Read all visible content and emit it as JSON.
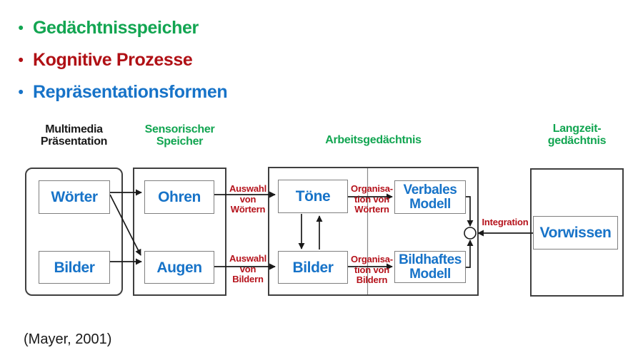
{
  "colors": {
    "green": "#12A551",
    "red": "#B01015",
    "label_red": "#B5121B",
    "blue": "#1773C8",
    "container_border": "#3f3f3f",
    "box_border": "#7f7f7f",
    "arrow": "#1a1a1a"
  },
  "icons": {
    "bullet": "•",
    "integration_node": "circle-connector"
  },
  "bullets": {
    "items": [
      {
        "text": "Gedächtnisspeicher"
      },
      {
        "text": "Kognitive Prozesse"
      },
      {
        "text": "Repräsentationsformen"
      }
    ]
  },
  "headers": {
    "multimedia": {
      "line1": "Multimedia",
      "line2": "Präsentation"
    },
    "sensorischer": {
      "line1": "Sensorischer",
      "line2": "Speicher"
    },
    "arbeitsgedaechtnis": {
      "label": "Arbeitsgedächtnis"
    },
    "langzeitgedaechtnis": {
      "line1": "Langzeit-",
      "line2": "gedächtnis"
    }
  },
  "boxes": {
    "woerter": {
      "label": "Wörter"
    },
    "bilder_praesentation": {
      "label": "Bilder"
    },
    "ohren": {
      "label": "Ohren"
    },
    "augen": {
      "label": "Augen"
    },
    "toene": {
      "label": "Töne"
    },
    "bilder_arbeitsgedaechtnis": {
      "label": "Bilder"
    },
    "verbales_modell": {
      "line1": "Verbales",
      "line2": "Modell"
    },
    "bildhaftes_modell": {
      "line1": "Bildhaftes",
      "line2": "Modell"
    },
    "vorwissen": {
      "label": "Vorwissen"
    }
  },
  "process_labels": {
    "auswahl_woertern": {
      "line1": "Auswahl",
      "line2": "von",
      "line3": "Wörtern"
    },
    "auswahl_bildern": {
      "line1": "Auswahl",
      "line2": "von",
      "line3": "Bildern"
    },
    "organisation_woertern": {
      "line1": "Organisa-",
      "line2": "tion von",
      "line3": "Wörtern"
    },
    "organisation_bildern": {
      "line1": "Organisa-",
      "line2": "tion von",
      "line3": "Bildern"
    },
    "integration": {
      "label": "Integration"
    }
  },
  "citation": {
    "text": "(Mayer, 2001)"
  }
}
